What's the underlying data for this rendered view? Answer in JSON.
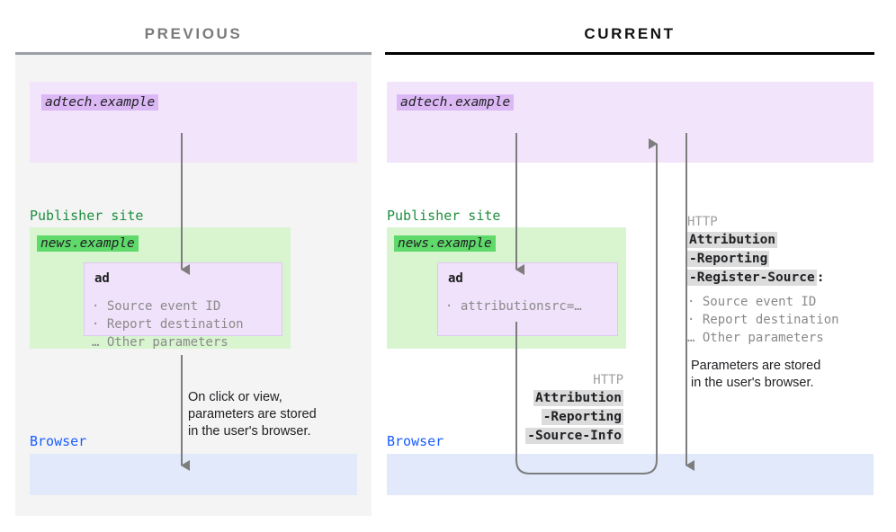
{
  "panels": {
    "previous": {
      "title": "PREVIOUS",
      "adtech_chip": "adtech.example",
      "publisher_label": "Publisher site",
      "news_chip": "news.example",
      "ad_title": "ad",
      "ad_items": "· Source event ID\n· Report destination\n… Other parameters",
      "flow_note": "On click or view,\nparameters are stored\nin the user's browser.",
      "browser_label": "Browser"
    },
    "current": {
      "title": "CURRENT",
      "adtech_chip": "adtech.example",
      "publisher_label": "Publisher site",
      "news_chip": "news.example",
      "ad_title": "ad",
      "ad_items": "· attributionsrc=…",
      "browser_label": "Browser",
      "request_header": {
        "protocol": "HTTP",
        "line1": "Attribution",
        "line2": "-Reporting",
        "line3": "-Source-Info"
      },
      "response_header": {
        "protocol": "HTTP",
        "line1": "Attribution",
        "line2": "-Reporting",
        "line3": "-Register-Source",
        "colon": ":",
        "items": "· Source event ID\n· Report destination\n… Other parameters"
      },
      "storage_note": "Parameters are stored\nin the user's browser."
    }
  },
  "colors": {
    "adtech_fill": "#f2e4fb",
    "adtech_chip": "#dcb9f5",
    "publisher_fill": "#d8f5d0",
    "publisher_chip": "#5fd96a",
    "publisher_label": "#1e8e3e",
    "browser_fill": "#e1e9fb",
    "browser_label": "#1a5cff",
    "arrow": "#7d7d7d",
    "header_highlight": "#dcdcdc",
    "previous_title": "#7a7a7a",
    "current_title": "#111111"
  }
}
